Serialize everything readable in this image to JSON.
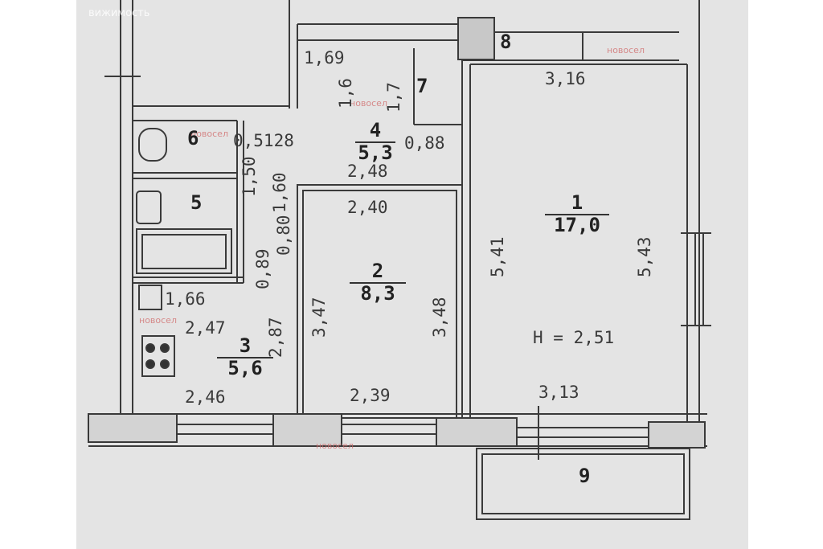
{
  "watermark_top": "вижимость",
  "watermark_small": "новосел",
  "rooms": [
    {
      "id": "1",
      "area": "17,0"
    },
    {
      "id": "2",
      "area": "8,3"
    },
    {
      "id": "3",
      "area": "5,6"
    },
    {
      "id": "4",
      "area": "5,3"
    },
    {
      "id": "5"
    },
    {
      "id": "6"
    },
    {
      "id": "7"
    },
    {
      "id": "8"
    },
    {
      "id": "9"
    }
  ],
  "dimensions": {
    "d316": "3,16",
    "d541": "5,41",
    "d543": "5,43",
    "d313": "3,13",
    "height": "H = 2,51",
    "d240": "2,40",
    "d248": "2,48",
    "d347": "3,47",
    "d348": "3,48",
    "d239": "2,39",
    "d247": "2,47",
    "d287": "2,87",
    "d246": "2,46",
    "d166": "1,66",
    "d169": "1,69",
    "d016": "1,6",
    "d017": "1,7",
    "d0128": "0,5128",
    "d089": "0,89",
    "d150": "1,50",
    "d160": "1,60",
    "d088": "0,88",
    "d080": "0,80"
  }
}
